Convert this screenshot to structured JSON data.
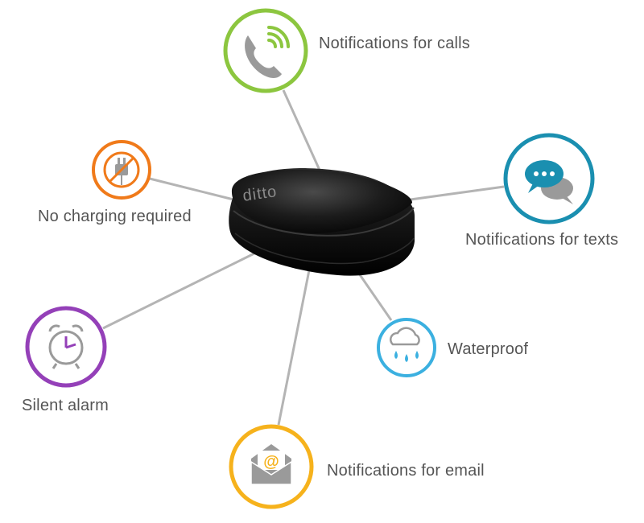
{
  "device": {
    "brand": "ditto"
  },
  "features": [
    {
      "id": "calls",
      "label": "Notifications for calls",
      "icon": "phone-icon",
      "color": "#8cc63f"
    },
    {
      "id": "texts",
      "label": "Notifications for texts",
      "icon": "chat-bubbles-icon",
      "color": "#1a8fb0"
    },
    {
      "id": "charging",
      "label": "No charging required",
      "icon": "no-plug-icon",
      "color": "#f07a1a"
    },
    {
      "id": "waterproof",
      "label": "Waterproof",
      "icon": "rain-cloud-icon",
      "color": "#3bb0e0"
    },
    {
      "id": "alarm",
      "label": "Silent alarm",
      "icon": "alarm-clock-icon",
      "color": "#9440b8"
    },
    {
      "id": "email",
      "label": "Notifications for email",
      "icon": "envelope-at-icon",
      "color": "#f6b21c"
    }
  ]
}
